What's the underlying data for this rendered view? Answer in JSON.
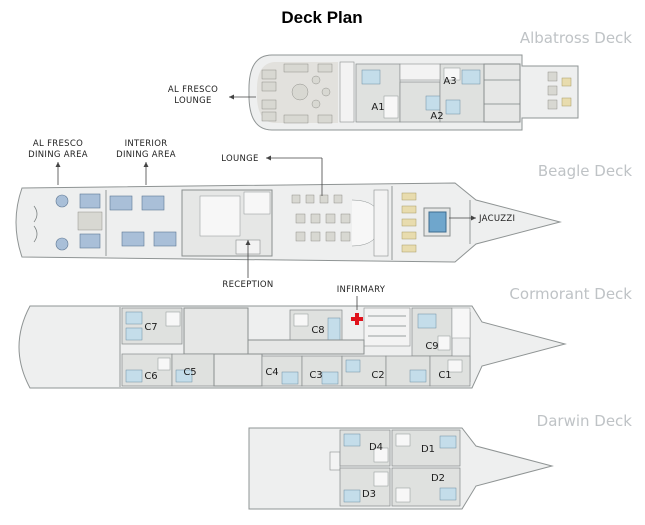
{
  "title": "Deck Plan",
  "decks": {
    "albatross": {
      "name": "Albatross Deck",
      "labels": {
        "al_fresco_lounge": [
          "AL FRESCO",
          "LOUNGE"
        ]
      },
      "cabins": [
        "A1",
        "A2",
        "A3"
      ]
    },
    "beagle": {
      "name": "Beagle Deck",
      "labels": {
        "al_fresco_dining": [
          "AL FRESCO",
          "DINING AREA"
        ],
        "interior_dining": [
          "INTERIOR",
          "DINING AREA"
        ],
        "lounge": "LOUNGE",
        "jacuzzi": "JACUZZI",
        "reception": "RECEPTION"
      }
    },
    "cormorant": {
      "name": "Cormorant Deck",
      "labels": {
        "infirmary": "INFIRMARY"
      },
      "cabins": [
        "C1",
        "C2",
        "C3",
        "C4",
        "C5",
        "C6",
        "C7",
        "C8",
        "C9"
      ]
    },
    "darwin": {
      "name": "Darwin Deck",
      "cabins": [
        "D1",
        "D2",
        "D3",
        "D4"
      ]
    }
  },
  "colors": {
    "hull_fill": "#eeefef",
    "hull_stroke": "#8f9494",
    "deck_name": "#bfc3c6",
    "bed": "#c4ddea",
    "dining_table": "#a9bfd8",
    "jacuzzi": "#6fa6cc",
    "sun_lounger": "#e8dcae",
    "infirmary_cross": "#e0121c"
  }
}
